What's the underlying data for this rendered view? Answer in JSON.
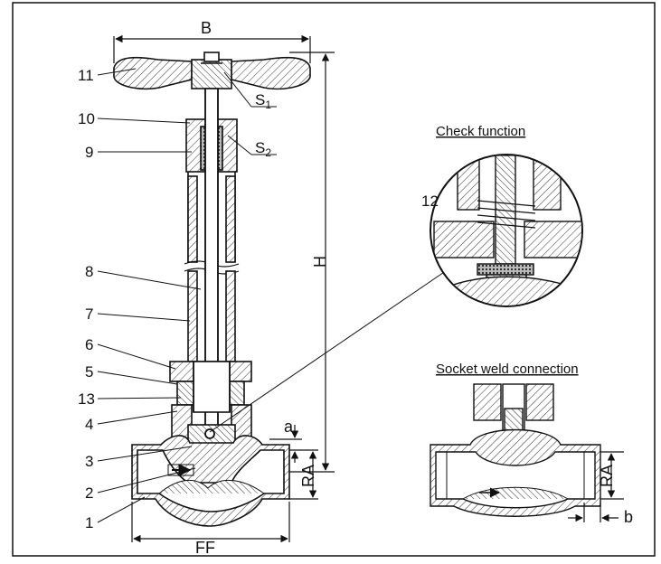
{
  "part_numbers": [
    "1",
    "2",
    "3",
    "4",
    "5",
    "6",
    "7",
    "8",
    "9",
    "10",
    "11",
    "12",
    "13"
  ],
  "dimensions": {
    "handwheel_diameter": "B",
    "height": "H",
    "face_to_face": "FF",
    "ra": "RA",
    "a": "a",
    "b": "b"
  },
  "stem_seals": {
    "s1_main": "S",
    "s1_sub": "1",
    "s2_main": "S",
    "s2_sub": "2"
  },
  "details": {
    "check_function": "Check function",
    "socket_weld": "Socket weld connection"
  }
}
